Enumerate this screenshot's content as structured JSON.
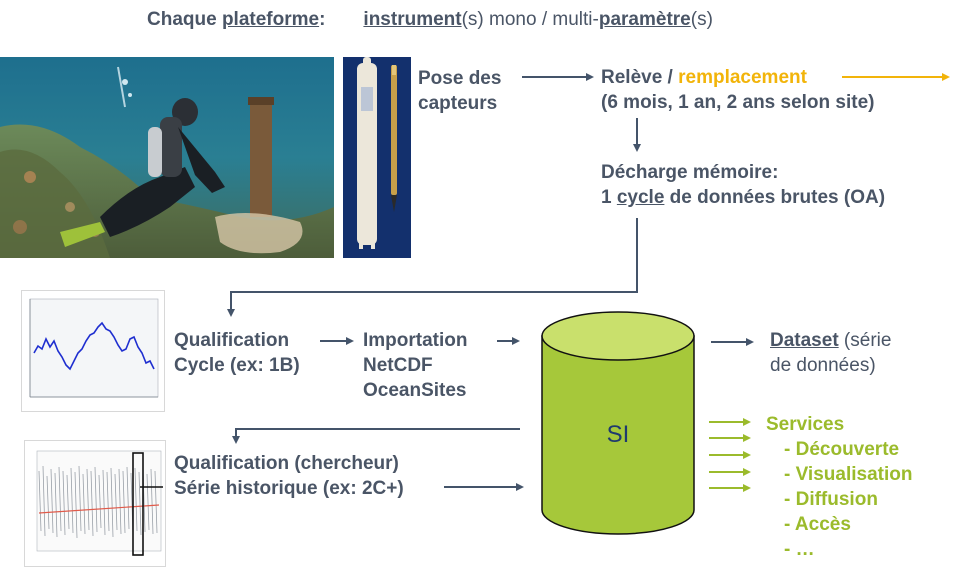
{
  "header": {
    "part1": "Chaque ",
    "part2": "plateforme",
    "part3": ":",
    "part4": "instrument",
    "part5": "(s) mono / multi-",
    "part6": "paramètre",
    "part7": "(s)"
  },
  "pose": {
    "line1": "Pose des",
    "line2": "capteurs"
  },
  "releve": {
    "line1a": "Relève / ",
    "line1b": "remplacement",
    "line2": "(6 mois, 1 an, 2 ans selon site)"
  },
  "decharge": {
    "line1": "Décharge mémoire:",
    "line2a": "1 ",
    "line2b": "cycle",
    "line2c": " de données brutes (OA)"
  },
  "qualif_cycle": {
    "line1": "Qualification",
    "line2": "Cycle (ex: 1B)"
  },
  "importation": {
    "line1": "Importation",
    "line2": "NetCDF",
    "line3": "OceanSites"
  },
  "database": {
    "label": "SI"
  },
  "dataset": {
    "line1a": "Dataset",
    "line1b": " (série",
    "line2": "de données)"
  },
  "qualif_chercheur": {
    "line1": "Qualification (chercheur)",
    "line2": "Série historique (ex: 2C+)"
  },
  "services": {
    "title": "Services",
    "items": [
      "- Découverte",
      "- Visualisation",
      "- Diffusion",
      "- Accès",
      "- …"
    ]
  },
  "colors": {
    "arrow": "#44546a",
    "accent_orange": "#f2b40a",
    "accent_green": "#9bbb2c",
    "database_fill": "#a6c83a"
  }
}
